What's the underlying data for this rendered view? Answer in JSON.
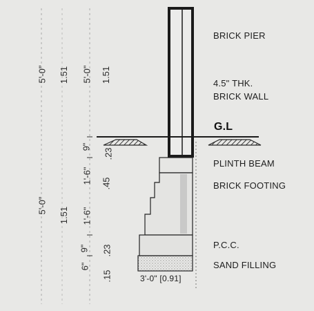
{
  "labels": {
    "brick_pier": "BRICK PIER",
    "wall_line1": "4.5\" THK.",
    "wall_line2": "BRICK WALL",
    "ground_level": "G.L",
    "plinth_beam": "PLINTH BEAM",
    "brick_footing": "BRICK FOOTING",
    "pcc": "P.C.C.",
    "sand_filling": "SAND FILLING",
    "width_dim": "3'-0\" [0.91]"
  },
  "dims": {
    "outer_upper_ft": "5'-0\"",
    "outer_upper_m": "1.51",
    "inner_upper_ft": "5'-0\"",
    "inner_upper_m": "1.51",
    "outer_lower_ft": "5'-0\"",
    "outer_lower_m": "1.51",
    "plinth_ft": "9\"",
    "plinth_m": ".23",
    "footing_ft_a": "1'-6\"",
    "footing_m": ".45",
    "footing_ft_b": "1'-6\"",
    "pcc_ft": "9\"",
    "pcc_m": ".23",
    "sand_ft": "6\"",
    "sand_m": ".15"
  },
  "colors": {
    "ink": "#1e1e1e",
    "paper": "#e8e8e6",
    "hatch": "#3a3a3a"
  }
}
